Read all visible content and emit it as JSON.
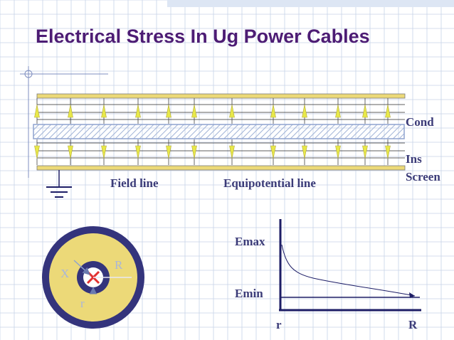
{
  "slide": {
    "title": "Electrical Stress In Ug Power Cables"
  },
  "cable_section": {
    "labels": {
      "cond": "Cond",
      "ins": "Ins",
      "screen": "Screen",
      "field_line": "Field line",
      "equipotential_line": "Equipotential line"
    }
  },
  "cross_section": {
    "labels": {
      "x": "X",
      "r_outer": "R",
      "r_inner": "r"
    }
  },
  "stress_graph": {
    "labels": {
      "emax": "Emax",
      "emin": "Emin",
      "x_start": "r",
      "x_end": "R"
    }
  },
  "colors": {
    "title": "#4d1c74",
    "label_text": "#3b3b78",
    "grid_line": "#c7d3e8",
    "conductor_fill": "#c9d8f0",
    "insulation_yellow": "#ecd978",
    "outer_ring": "#34347c",
    "field_arrow": "#e8e84a",
    "graph_axis": "#1d1d66"
  }
}
